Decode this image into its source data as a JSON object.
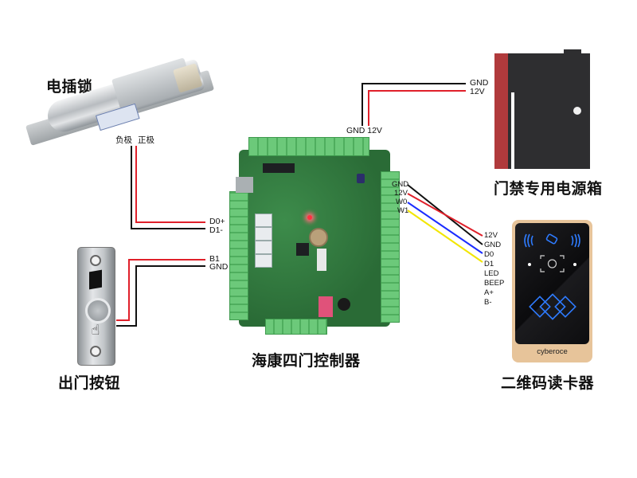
{
  "diagram": {
    "type": "wiring-diagram",
    "components": {
      "electric_lock": {
        "title": "电插锁",
        "terminal_labels": [
          "负极",
          "正极"
        ]
      },
      "power_box": {
        "title": "门禁专用电源箱",
        "terminal_labels": [
          "GND",
          "12V"
        ]
      },
      "controller": {
        "title": "海康四门控制器",
        "power_terminals": "GND 12V",
        "lock_terminals": [
          "D0+",
          "D1-"
        ],
        "button_terminals": [
          "B1",
          "GND"
        ],
        "reader_terminals": [
          "GND",
          "12V",
          "W0",
          "W1"
        ]
      },
      "exit_button": {
        "title": "出门按钮"
      },
      "card_reader": {
        "title": "二维码读卡器",
        "brand": "cyberoce",
        "terminal_labels": [
          "12V",
          "GND",
          "D0",
          "D1",
          "LED",
          "BEEP",
          "A+",
          "B-"
        ]
      }
    },
    "connections": [
      {
        "from": "电插锁.负极",
        "to": "控制器.D1-",
        "color": "#111111"
      },
      {
        "from": "电插锁.正极",
        "to": "控制器.D0+",
        "color": "#e0202a"
      },
      {
        "from": "电源箱.GND",
        "to": "控制器.GND",
        "color": "#111111"
      },
      {
        "from": "电源箱.12V",
        "to": "控制器.12V",
        "color": "#e0202a"
      },
      {
        "from": "出门按钮",
        "to": "控制器.B1",
        "color": "#e0202a"
      },
      {
        "from": "出门按钮",
        "to": "控制器.GND",
        "color": "#111111"
      },
      {
        "from": "控制器.GND",
        "to": "读卡器.GND",
        "color": "#111111"
      },
      {
        "from": "控制器.12V",
        "to": "读卡器.12V",
        "color": "#e0202a"
      },
      {
        "from": "控制器.W0",
        "to": "读卡器.D0",
        "color": "#1a2cff"
      },
      {
        "from": "控制器.W1",
        "to": "读卡器.D1",
        "color": "#f2e600"
      }
    ],
    "wire_colors": {
      "black": "#111111",
      "red": "#e0202a",
      "blue": "#1a2cff",
      "yellow": "#f2e600"
    }
  }
}
